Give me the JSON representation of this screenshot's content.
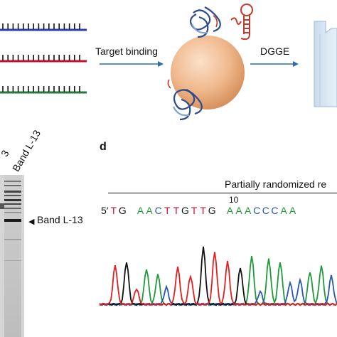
{
  "top": {
    "step1_label": "Target binding",
    "step2_label": "DGGE",
    "strand_colors": [
      "#2b3bb0",
      "#c8102e",
      "#1f7a3a"
    ],
    "bead_color": "#f0b98e",
    "gel_color": "#dbe7f4",
    "arrow_color": "#2a6fa8"
  },
  "gel": {
    "lane_label_partial": "3",
    "lane_label": "Band L-13",
    "band_label": "Band L-13"
  },
  "d": {
    "letter": "d",
    "region_label": "Partially randomized re",
    "position_marker": "10",
    "prime_label": "5′",
    "sequence": [
      {
        "b": "T",
        "c": "#c8102e"
      },
      {
        "b": "G",
        "c": "#111111"
      },
      {
        "b": " ",
        "c": "#111111"
      },
      {
        "b": "A",
        "c": "#1f9a3a"
      },
      {
        "b": "A",
        "c": "#1f9a3a"
      },
      {
        "b": "C",
        "c": "#2b56b0"
      },
      {
        "b": "T",
        "c": "#c8102e"
      },
      {
        "b": "T",
        "c": "#c8102e"
      },
      {
        "b": "G",
        "c": "#111111"
      },
      {
        "b": "T",
        "c": "#c8102e"
      },
      {
        "b": "T",
        "c": "#c8102e"
      },
      {
        "b": "G",
        "c": "#111111"
      },
      {
        "b": " ",
        "c": "#111111"
      },
      {
        "b": "A",
        "c": "#1f9a3a"
      },
      {
        "b": "A",
        "c": "#1f9a3a"
      },
      {
        "b": "A",
        "c": "#1f9a3a"
      },
      {
        "b": "C",
        "c": "#2b56b0"
      },
      {
        "b": "C",
        "c": "#2b56b0"
      },
      {
        "b": "C",
        "c": "#2b56b0"
      },
      {
        "b": "A",
        "c": "#1f9a3a"
      },
      {
        "b": "A",
        "c": "#1f9a3a"
      }
    ],
    "trace_colors": {
      "A": "#1f9a3a",
      "C": "#2b56b0",
      "G": "#111111",
      "T": "#e02020"
    }
  }
}
